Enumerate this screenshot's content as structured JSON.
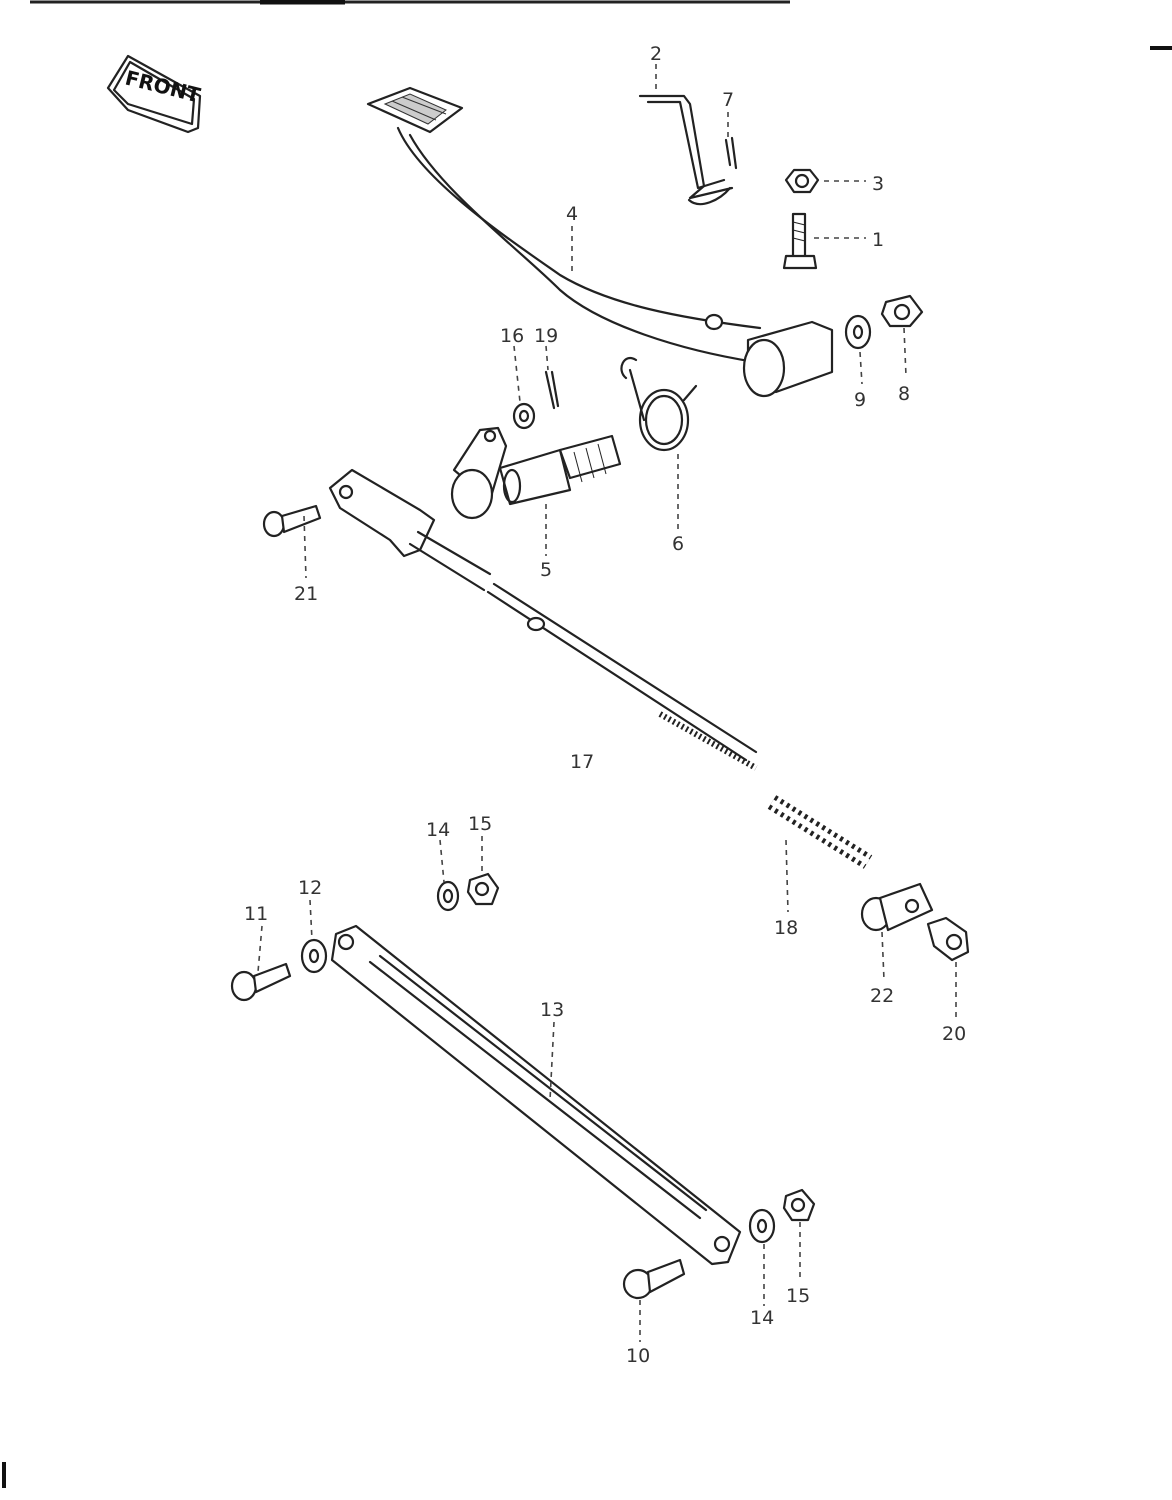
{
  "badge": {
    "text": "FRONT"
  },
  "parts": {
    "p1": "1",
    "p2": "2",
    "p3": "3",
    "p4": "4",
    "p5": "5",
    "p6": "6",
    "p7": "7",
    "p8": "8",
    "p9": "9",
    "p10": "10",
    "p11": "11",
    "p12": "12",
    "p13": "13",
    "p14a": "14",
    "p14b": "14",
    "p15a": "15",
    "p15b": "15",
    "p16": "16",
    "p17": "17",
    "p18": "18",
    "p19": "19",
    "p20": "20",
    "p21": "21",
    "p22": "22"
  }
}
